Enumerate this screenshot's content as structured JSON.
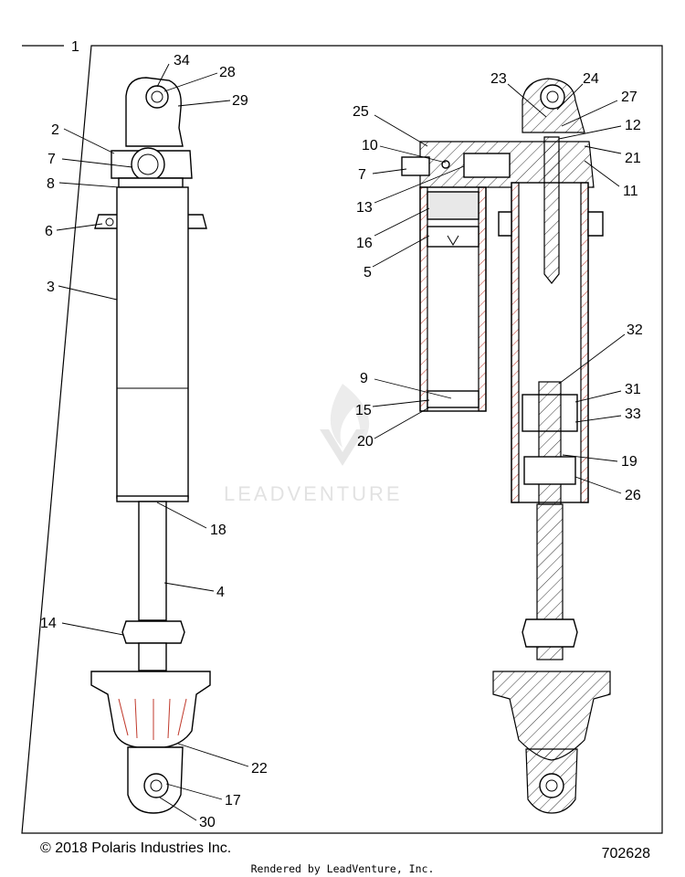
{
  "diagram": {
    "frame_label": "1",
    "copyright": "© 2018 Polaris Industries Inc.",
    "figure_number": "702628",
    "rendered_by": "Rendered by LeadVenture, Inc.",
    "watermark": "LEADVENTURE",
    "accent_color": "#c0392b",
    "callouts_left": [
      "34",
      "28",
      "29",
      "2",
      "7",
      "8",
      "6",
      "3",
      "18",
      "4",
      "14",
      "22",
      "17",
      "30"
    ],
    "callouts_right": [
      "23",
      "24",
      "27",
      "12",
      "21",
      "11",
      "25",
      "10",
      "7",
      "13",
      "16",
      "5",
      "9",
      "15",
      "20",
      "32",
      "31",
      "33",
      "19",
      "26"
    ]
  }
}
